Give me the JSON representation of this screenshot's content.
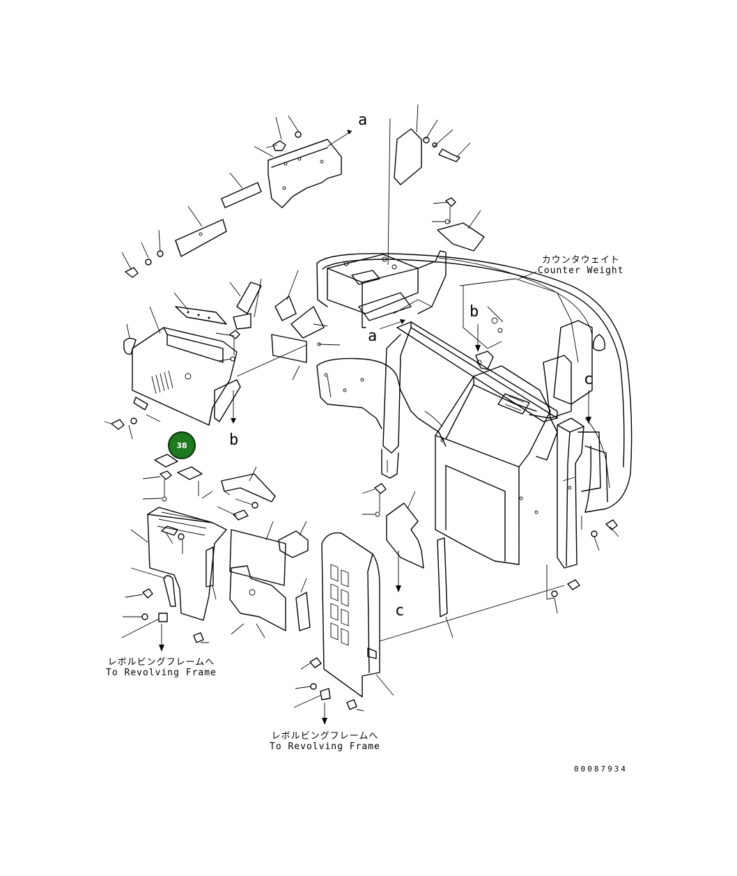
{
  "refs": {
    "a_top": "a",
    "a_mid": "a",
    "b_left": "b",
    "b_right": "b",
    "c_right": "c",
    "c_bottom": "c"
  },
  "captions": {
    "counterweight_jp": "カウンタウェイト",
    "counterweight_en": "Counter Weight",
    "revolving_left_jp": "レボルビングフレームへ",
    "revolving_left_en": "To Revolving Frame",
    "revolving_bottom_jp": "レボルビングフレームへ",
    "revolving_bottom_en": "To Revolving Frame"
  },
  "callout": {
    "number": "38",
    "color": "#1f7a1f"
  },
  "drawing_number": "00087934"
}
